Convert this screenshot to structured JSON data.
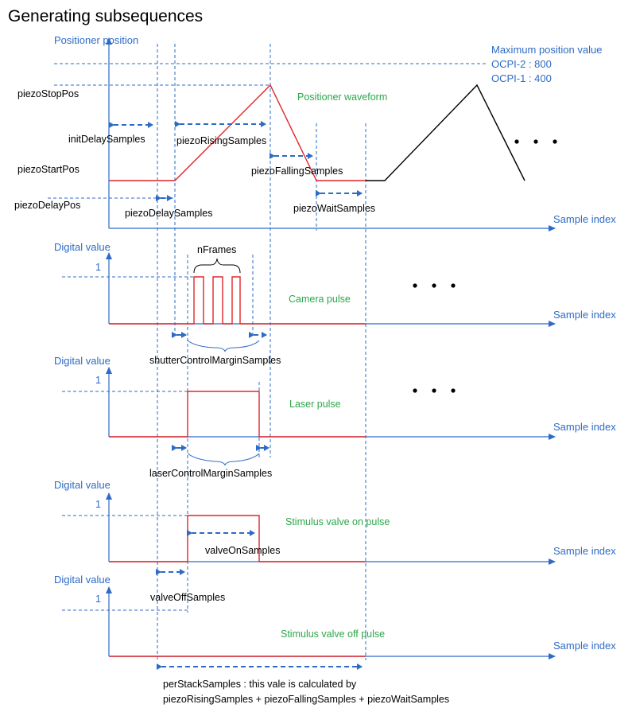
{
  "title": "Generating subsequences",
  "colors": {
    "axis": "#2E6BC6",
    "waveform": "#E0262A",
    "wave_label": "#2BA84A",
    "text": "#000000"
  },
  "panel1": {
    "y_label": "Positioner position",
    "x_label": "Sample index",
    "max_title": "Maximum position value",
    "max_ocpi2": "OCPI-2 : 800",
    "max_ocpi1": "OCPI-1 : 400",
    "wave_label": "Positioner waveform",
    "piezoStopPos": "piezoStopPos",
    "piezoStartPos": "piezoStartPos",
    "piezoDelayPos": "piezoDelayPos",
    "initDelaySamples": "initDelaySamples",
    "piezoRisingSamples": "piezoRisingSamples",
    "piezoFallingSamples": "piezoFallingSamples",
    "piezoDelaySamples": "piezoDelaySamples",
    "piezoWaitSamples": "piezoWaitSamples"
  },
  "panel2": {
    "y_label": "Digital value",
    "x_label": "Sample index",
    "one": "1",
    "nFrames": "nFrames",
    "wave_label": "Camera pulse",
    "margin_label": "shutterControlMarginSamples"
  },
  "panel3": {
    "y_label": "Digital value",
    "x_label": "Sample index",
    "one": "1",
    "wave_label": "Laser pulse",
    "margin_label": "laserControlMarginSamples"
  },
  "panel4": {
    "y_label": "Digital value",
    "x_label": "Sample index",
    "one": "1",
    "wave_label": "Stimulus valve on pulse",
    "samples_label": "valveOnSamples"
  },
  "panel5": {
    "y_label": "Digital value",
    "x_label": "Sample index",
    "one": "1",
    "wave_label": "Stimulus valve off pulse",
    "off_label": "valveOffSamples"
  },
  "footer": {
    "line1": "perStackSamples : this vale is calculated by",
    "line2": "piezoRisingSamples + piezoFallingSamples + piezoWaitSamples"
  }
}
